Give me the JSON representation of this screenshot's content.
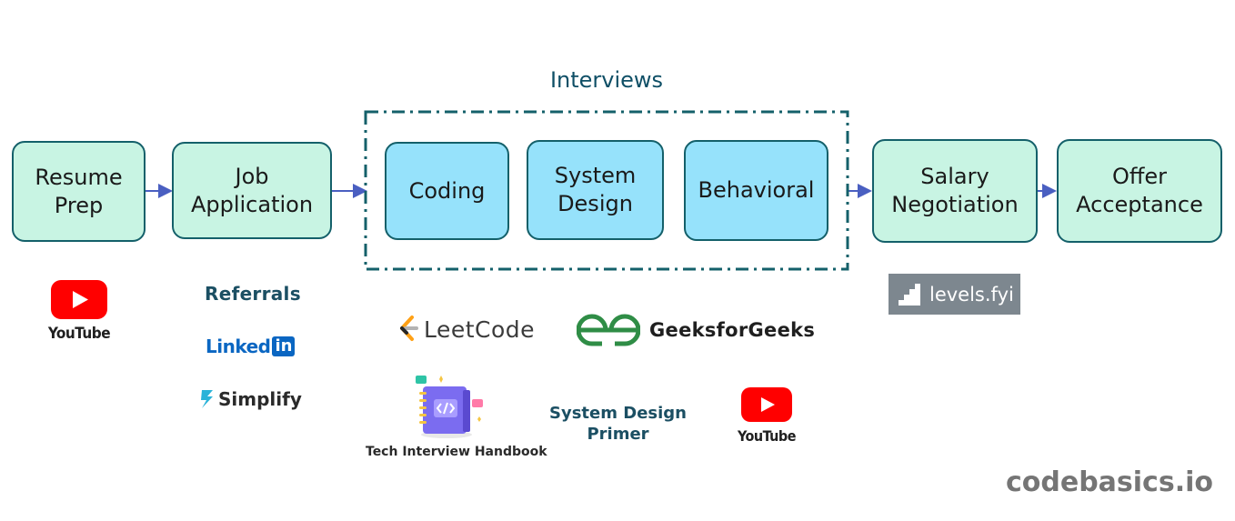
{
  "stages": {
    "resume_prep": "Resume\nPrep",
    "job_application": "Job\nApplication",
    "coding": "Coding",
    "system_design": "System\nDesign",
    "behavioral": "Behavioral",
    "salary_negotiation": "Salary\nNegotiation",
    "offer_acceptance": "Offer\nAcceptance"
  },
  "interviews_label": "Interviews",
  "resources": {
    "youtube_resume": "YouTube",
    "referrals": "Referrals",
    "linkedin_text": "Linked",
    "linkedin_in": "in",
    "simplify": "Simplify",
    "leetcode": "LeetCode",
    "geeksforgeeks": "GeeksforGeeks",
    "tech_interview_handbook": "Tech Interview Handbook",
    "system_design_primer": "System Design\nPrimer",
    "youtube_interviews": "YouTube",
    "levels_fyi": "levels.fyi"
  },
  "watermark": "codebasics.io",
  "colors": {
    "stage_green": "#c8f4e3",
    "stage_blue": "#96e2fb",
    "border": "#14606a",
    "arrow": "#4a5fc1",
    "youtube_red": "#ff0000",
    "linkedin_blue": "#0a66c2",
    "gfg_green": "#2f8d46",
    "leetcode_orange": "#ffa116",
    "levels_bg": "#7d878f"
  }
}
